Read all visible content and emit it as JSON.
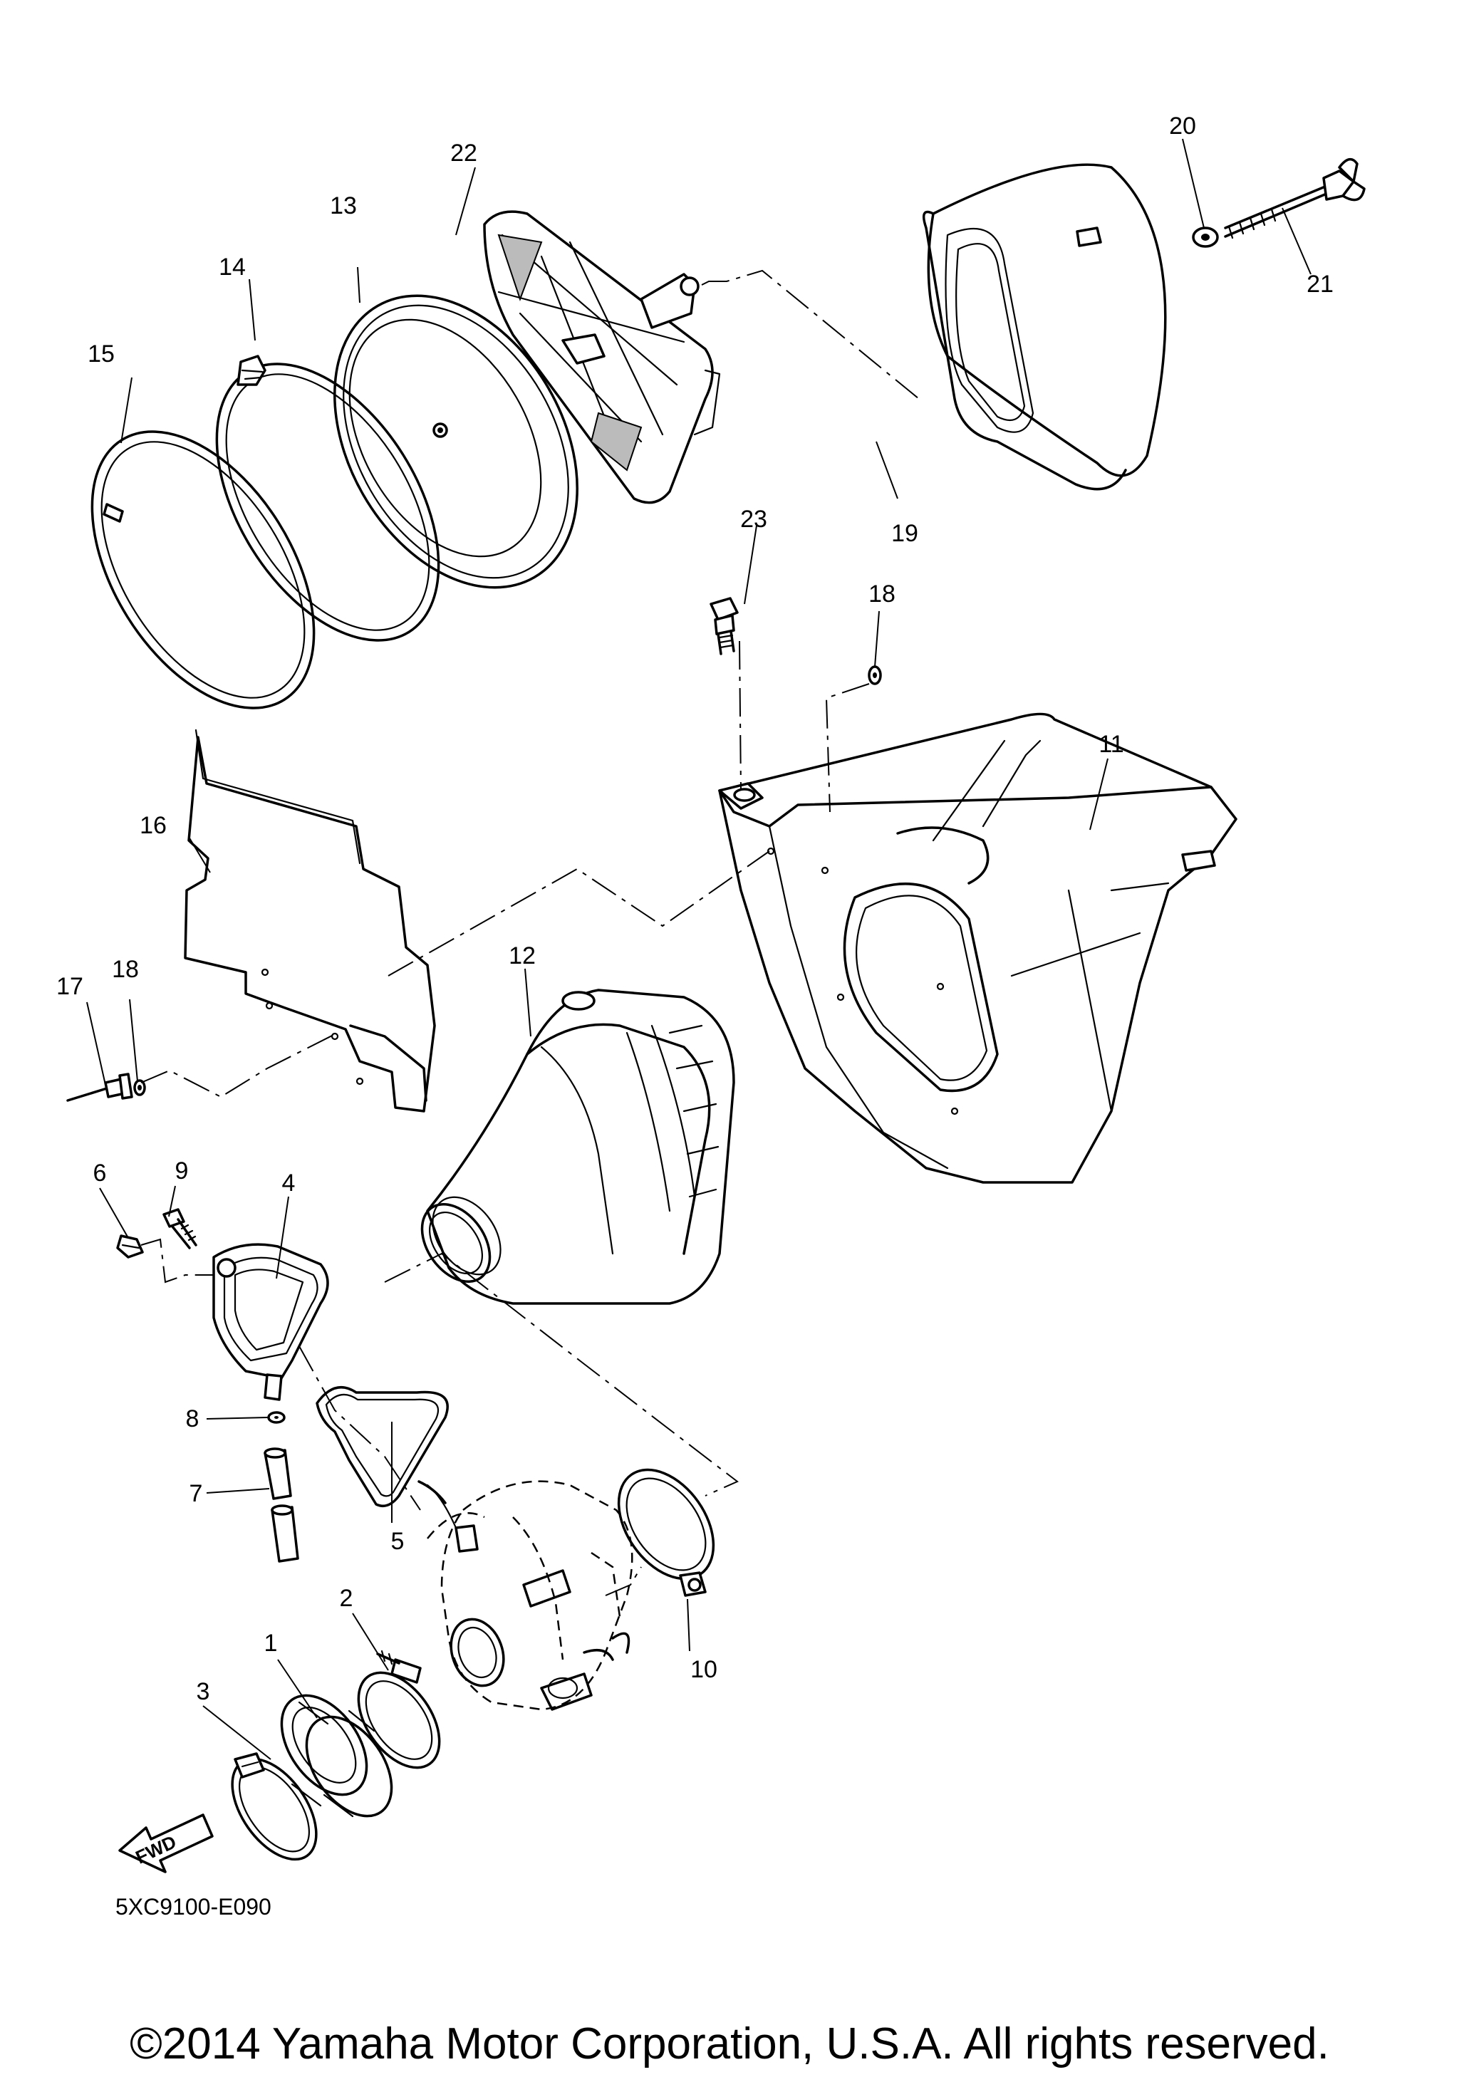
{
  "diagram_code": "5XC9100-E090",
  "fwd_label": "FWD",
  "copyright": "©2014 Yamaha Motor Corporation, U.S.A. All rights reserved.",
  "callouts": {
    "c1": "1",
    "c2": "2",
    "c3": "3",
    "c4": "4",
    "c5": "5",
    "c6": "6",
    "c7": "7",
    "c8": "8",
    "c9": "9",
    "c10": "10",
    "c11": "11",
    "c12": "12",
    "c13": "13",
    "c14": "14",
    "c15": "15",
    "c16": "16",
    "c17": "17",
    "c18a": "18",
    "c18b": "18",
    "c19": "19",
    "c20": "20",
    "c21": "21",
    "c22": "22",
    "c23": "23"
  }
}
